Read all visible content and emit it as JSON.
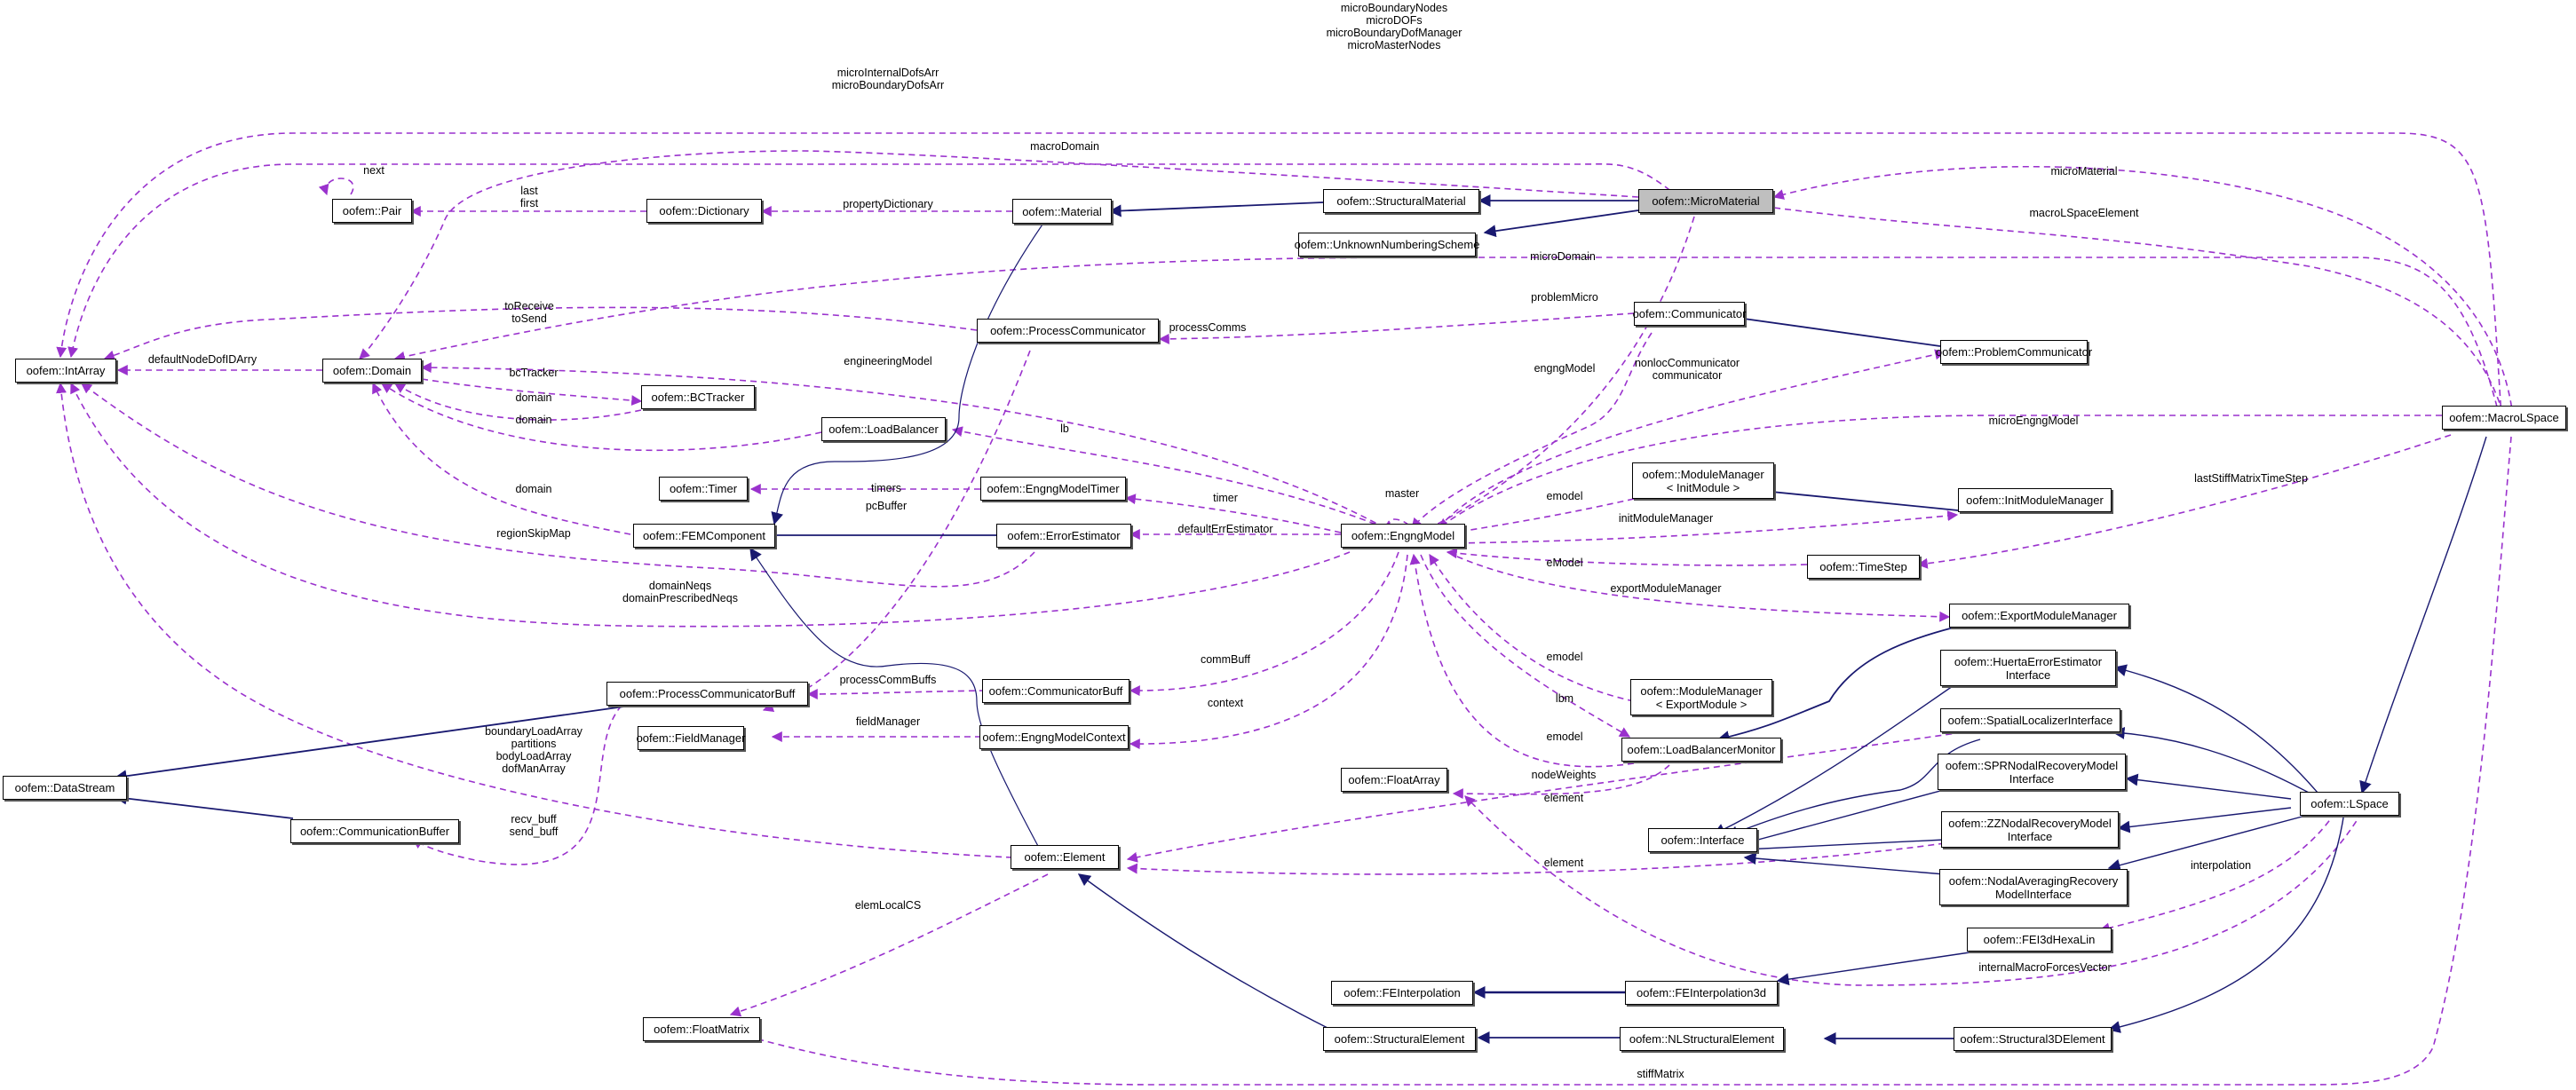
{
  "diagram": {
    "colors": {
      "inheritance": "#191970",
      "usage": "#9a32cd",
      "focus_fill": "#bfbfbf"
    },
    "nodes": [
      {
        "id": "IntArray",
        "label": [
          "oofem::IntArray"
        ]
      },
      {
        "id": "Domain",
        "label": [
          "oofem::Domain"
        ]
      },
      {
        "id": "Pair",
        "label": [
          "oofem::Pair"
        ]
      },
      {
        "id": "Dictionary",
        "label": [
          "oofem::Dictionary"
        ]
      },
      {
        "id": "Material",
        "label": [
          "oofem::Material"
        ]
      },
      {
        "id": "StructuralMaterial",
        "label": [
          "oofem::StructuralMaterial"
        ]
      },
      {
        "id": "MicroMaterial",
        "label": [
          "oofem::MicroMaterial"
        ],
        "focus": true
      },
      {
        "id": "UnknownNumberingScheme",
        "label": [
          "oofem::UnknownNumberingScheme"
        ]
      },
      {
        "id": "BCTracker",
        "label": [
          "oofem::BCTracker"
        ]
      },
      {
        "id": "ProcessCommunicator",
        "label": [
          "oofem::ProcessCommunicator"
        ]
      },
      {
        "id": "Communicator",
        "label": [
          "oofem::Communicator"
        ]
      },
      {
        "id": "ProblemCommunicator",
        "label": [
          "oofem::ProblemCommunicator"
        ]
      },
      {
        "id": "LoadBalancer",
        "label": [
          "oofem::LoadBalancer"
        ]
      },
      {
        "id": "Timer",
        "label": [
          "oofem::Timer"
        ]
      },
      {
        "id": "EngngModelTimer",
        "label": [
          "oofem::EngngModelTimer"
        ]
      },
      {
        "id": "FEMComponent",
        "label": [
          "oofem::FEMComponent"
        ]
      },
      {
        "id": "ErrorEstimator",
        "label": [
          "oofem::ErrorEstimator"
        ]
      },
      {
        "id": "EngngModel",
        "label": [
          "oofem::EngngModel"
        ]
      },
      {
        "id": "ModuleManagerInit",
        "label": [
          "oofem::ModuleManager",
          "< InitModule >"
        ]
      },
      {
        "id": "InitModuleManager",
        "label": [
          "oofem::InitModuleManager"
        ]
      },
      {
        "id": "TimeStep",
        "label": [
          "oofem::TimeStep"
        ]
      },
      {
        "id": "ExportModuleManager",
        "label": [
          "oofem::ExportModuleManager"
        ]
      },
      {
        "id": "MacroLSpace",
        "label": [
          "oofem::MacroLSpace"
        ]
      },
      {
        "id": "ProcessCommunicatorBuff",
        "label": [
          "oofem::ProcessCommunicatorBuff"
        ]
      },
      {
        "id": "CommunicatorBuff",
        "label": [
          "oofem::CommunicatorBuff"
        ]
      },
      {
        "id": "FieldManager",
        "label": [
          "oofem::FieldManager"
        ]
      },
      {
        "id": "EngngModelContext",
        "label": [
          "oofem::EngngModelContext"
        ]
      },
      {
        "id": "DataStream",
        "label": [
          "oofem::DataStream"
        ]
      },
      {
        "id": "CommunicationBuffer",
        "label": [
          "oofem::CommunicationBuffer"
        ]
      },
      {
        "id": "ModuleManagerExport",
        "label": [
          "oofem::ModuleManager",
          "< ExportModule >"
        ]
      },
      {
        "id": "LoadBalancerMonitor",
        "label": [
          "oofem::LoadBalancerMonitor"
        ]
      },
      {
        "id": "FloatArray",
        "label": [
          "oofem::FloatArray"
        ]
      },
      {
        "id": "HuertaErrorEstimatorInterface",
        "label": [
          "oofem::HuertaErrorEstimator",
          "Interface"
        ]
      },
      {
        "id": "SpatialLocalizerInterface",
        "label": [
          "oofem::SpatialLocalizerInterface"
        ]
      },
      {
        "id": "SPRNodalRecoveryModelInterface",
        "label": [
          "oofem::SPRNodalRecoveryModel",
          "Interface"
        ]
      },
      {
        "id": "ZZNodalRecoveryModelInterface",
        "label": [
          "oofem::ZZNodalRecoveryModel",
          "Interface"
        ]
      },
      {
        "id": "NodalAveragingRecoveryModelInterface",
        "label": [
          "oofem::NodalAveragingRecovery",
          "ModelInterface"
        ]
      },
      {
        "id": "Interface",
        "label": [
          "oofem::Interface"
        ]
      },
      {
        "id": "LSpace",
        "label": [
          "oofem::LSpace"
        ]
      },
      {
        "id": "Element",
        "label": [
          "oofem::Element"
        ]
      },
      {
        "id": "FEI3dHexaLin",
        "label": [
          "oofem::FEI3dHexaLin"
        ]
      },
      {
        "id": "FEInterpolation",
        "label": [
          "oofem::FEInterpolation"
        ]
      },
      {
        "id": "FEInterpolation3d",
        "label": [
          "oofem::FEInterpolation3d"
        ]
      },
      {
        "id": "FloatMatrix",
        "label": [
          "oofem::FloatMatrix"
        ]
      },
      {
        "id": "StructuralElement",
        "label": [
          "oofem::StructuralElement"
        ]
      },
      {
        "id": "NLStructuralElement",
        "label": [
          "oofem::NLStructuralElement"
        ]
      },
      {
        "id": "Structural3DElement",
        "label": [
          "oofem::Structural3DElement"
        ]
      }
    ],
    "edge_labels": [
      {
        "id": "lbl-micro-macrolspace",
        "text": "microBoundaryNodes\nmicroDOFs\nmicroBoundaryDofManager\nmicroMasterNodes"
      },
      {
        "id": "lbl-micro-dofsarr",
        "text": "microInternalDofsArr\nmicroBoundaryDofsArr"
      },
      {
        "id": "lbl-macrodomain",
        "text": "macroDomain"
      },
      {
        "id": "lbl-next",
        "text": "next"
      },
      {
        "id": "lbl-lastfirst",
        "text": "last\nfirst"
      },
      {
        "id": "lbl-propertydictionary",
        "text": "propertyDictionary"
      },
      {
        "id": "lbl-micromaterial",
        "text": "microMaterial"
      },
      {
        "id": "lbl-macrolspaceelement",
        "text": "macroLSpaceElement"
      },
      {
        "id": "lbl-microdomain",
        "text": "microDomain"
      },
      {
        "id": "lbl-problemmicro",
        "text": "problemMicro"
      },
      {
        "id": "lbl-toreceive",
        "text": "toReceive\ntoSend"
      },
      {
        "id": "lbl-processcomms",
        "text": "processComms"
      },
      {
        "id": "lbl-defaultnodedof",
        "text": "defaultNodeDofIDArry"
      },
      {
        "id": "lbl-engineeringmodel",
        "text": "engineeringModel"
      },
      {
        "id": "lbl-engngmodel",
        "text": "engngModel"
      },
      {
        "id": "lbl-nonloc",
        "text": "nonlocCommunicator\ncommunicator"
      },
      {
        "id": "lbl-bctracker",
        "text": "bcTracker"
      },
      {
        "id": "lbl-domain1",
        "text": "domain"
      },
      {
        "id": "lbl-domain2",
        "text": "domain"
      },
      {
        "id": "lbl-lb",
        "text": "lb"
      },
      {
        "id": "lbl-microengngmodel",
        "text": "microEngngModel"
      },
      {
        "id": "lbl-domain3",
        "text": "domain"
      },
      {
        "id": "lbl-timers",
        "text": "timers"
      },
      {
        "id": "lbl-pcbuffer",
        "text": "pcBuffer"
      },
      {
        "id": "lbl-timer",
        "text": "timer"
      },
      {
        "id": "lbl-master",
        "text": "master"
      },
      {
        "id": "lbl-emodel1",
        "text": "emodel"
      },
      {
        "id": "lbl-laststiff",
        "text": "lastStiffMatrixTimeStep"
      },
      {
        "id": "lbl-regionskipmap",
        "text": "regionSkipMap"
      },
      {
        "id": "lbl-defaulterr",
        "text": "defaultErrEstimator"
      },
      {
        "id": "lbl-initmodulemanager",
        "text": "initModuleManager"
      },
      {
        "id": "lbl-emodel-ts",
        "text": "eModel"
      },
      {
        "id": "lbl-domainneqs",
        "text": "domainNeqs\ndomainPrescribedNeqs"
      },
      {
        "id": "lbl-exportmodulemanager",
        "text": "exportModuleManager"
      },
      {
        "id": "lbl-commbuff",
        "text": "commBuff"
      },
      {
        "id": "lbl-emodel2",
        "text": "emodel"
      },
      {
        "id": "lbl-processcommbuffs",
        "text": "processCommBuffs"
      },
      {
        "id": "lbl-context",
        "text": "context"
      },
      {
        "id": "lbl-lbm",
        "text": "lbm"
      },
      {
        "id": "lbl-fieldmanager",
        "text": "fieldManager"
      },
      {
        "id": "lbl-boundaryload",
        "text": "boundaryLoadArray\npartitions\nbodyLoadArray\ndofManArray"
      },
      {
        "id": "lbl-emodel3",
        "text": "emodel"
      },
      {
        "id": "lbl-nodeweights",
        "text": "nodeWeights"
      },
      {
        "id": "lbl-element1",
        "text": "element"
      },
      {
        "id": "lbl-recvbuff",
        "text": "recv_buff\nsend_buff"
      },
      {
        "id": "lbl-element2",
        "text": "element"
      },
      {
        "id": "lbl-interpolation",
        "text": "interpolation"
      },
      {
        "id": "lbl-elemlocalcs",
        "text": "elemLocalCS"
      },
      {
        "id": "lbl-internalmacro",
        "text": "internalMacroForcesVector"
      },
      {
        "id": "lbl-stiffmatrix",
        "text": "stiffMatrix"
      }
    ]
  }
}
